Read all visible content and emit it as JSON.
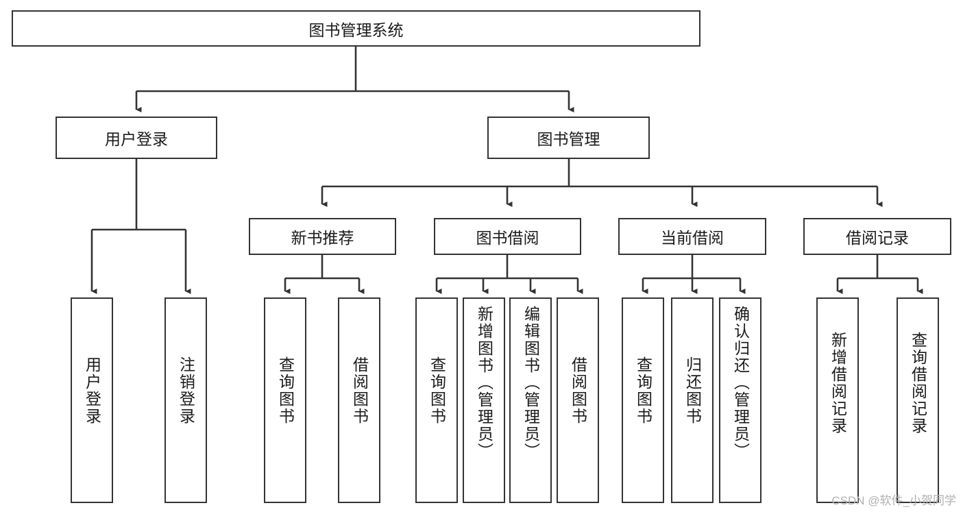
{
  "diagram": {
    "title": "图书管理系统",
    "type": "tree-hierarchy-chart",
    "watermark": "CSDN @软件_小贺同学",
    "colors": {
      "background": "#ffffff",
      "border": "#333333",
      "text": "#1a1a1a",
      "connector": "#333333",
      "watermark": "#b0b0b0"
    },
    "root": {
      "label": "图书管理系统"
    },
    "level2": [
      {
        "label": "用户登录"
      },
      {
        "label": "图书管理"
      }
    ],
    "level3": [
      {
        "label": "新书推荐"
      },
      {
        "label": "图书借阅"
      },
      {
        "label": "当前借阅"
      },
      {
        "label": "借阅记录"
      }
    ],
    "leaves": {
      "user_login": [
        {
          "label": "用户登录"
        },
        {
          "label": "注销登录"
        }
      ],
      "new_book_recommend": [
        {
          "label": "查询图书"
        },
        {
          "label": "借阅图书"
        }
      ],
      "book_borrow": [
        {
          "label": "查询图书"
        },
        {
          "label": "新增图书（管理员）"
        },
        {
          "label": "编辑图书（管理员）"
        },
        {
          "label": "借阅图书"
        }
      ],
      "current_borrow": [
        {
          "label": "查询图书"
        },
        {
          "label": "归还图书"
        },
        {
          "label": "确认归还（管理员）"
        }
      ],
      "borrow_record": [
        {
          "label": "新增借阅记录"
        },
        {
          "label": "查询借阅记录"
        }
      ]
    }
  }
}
